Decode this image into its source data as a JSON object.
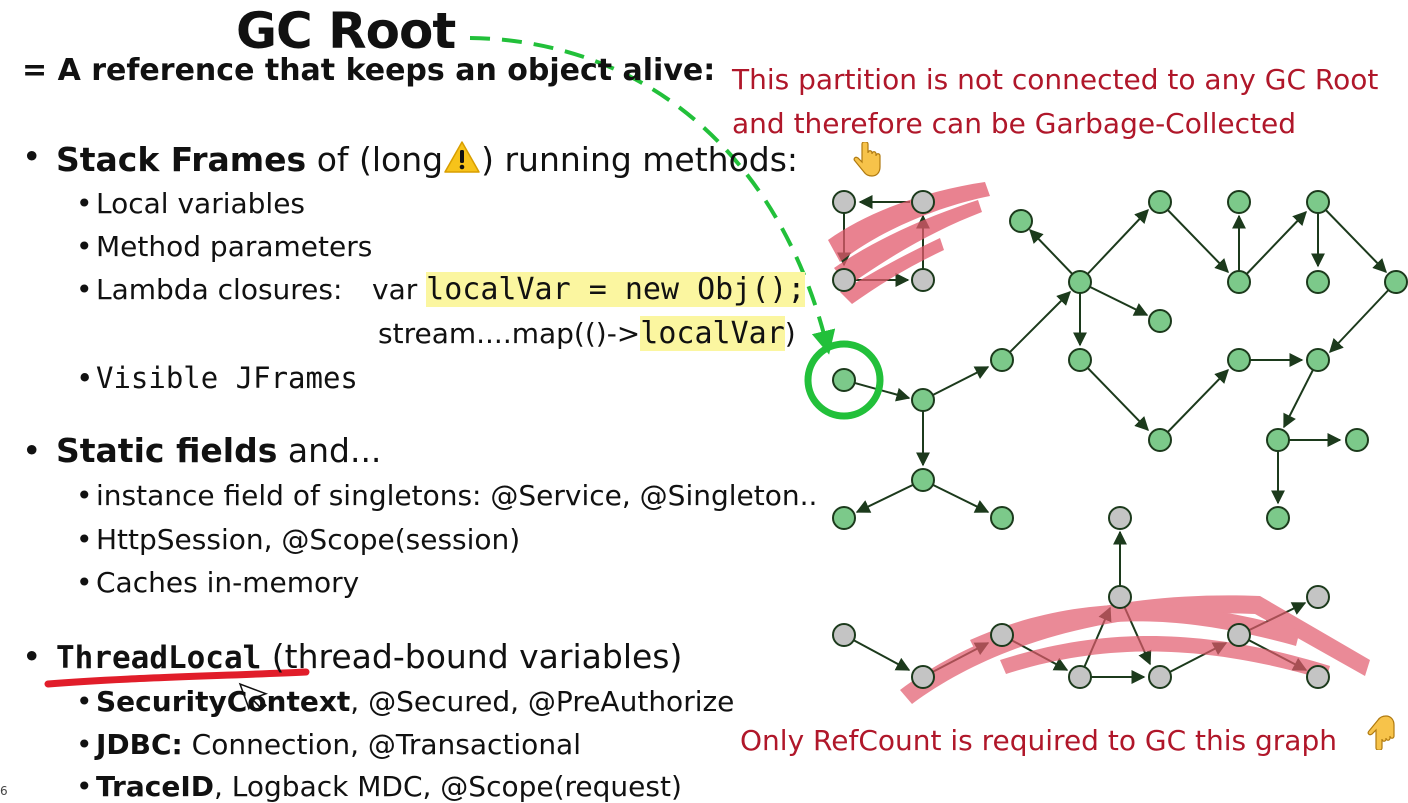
{
  "slide": {
    "title": "GC Root",
    "subtitle": "= A reference that keeps an object alive:",
    "stack": {
      "bold": "Stack Frames",
      "pre": " of (long",
      "post": ") running methods:",
      "items": {
        "local": "Local variables",
        "params": "Method parameters",
        "lambda_label": "Lambda closures:",
        "lambda_var": "var ",
        "lambda_code": "localVar = new Obj();",
        "stream_pre": "stream....map(()->",
        "stream_code": "localVar",
        "stream_post": ")",
        "jframes": "Visible JFrames"
      }
    },
    "static": {
      "bold": "Static fields",
      "rest": " and...",
      "items": {
        "singletons": "instance field of singletons: @Service, @Singleton..",
        "session": "HttpSession, @Scope(session)",
        "caches": "Caches in-memory"
      }
    },
    "threadlocal": {
      "code": "ThreadLocal",
      "rest": " (thread-bound variables)",
      "items": {
        "security_bold": "SecurityContext",
        "security_rest": ", @Secured, @PreAuthorize",
        "jdbc_bold": "JDBC:",
        "jdbc_rest": " Connection, @Transactional",
        "trace_bold": "TraceID",
        "trace_rest": ", Logback MDC, @Scope(request)"
      }
    },
    "callout_top": {
      "line1": "This partition is not connected to any GC Root",
      "line2": "and therefore can be Garbage-Collected"
    },
    "callout_bottom": "Only RefCount is required to GC this graph",
    "page_number": "6",
    "icons": {
      "warning": "warning-icon",
      "point_down": "pointing-down-hand-icon",
      "point_up": "pointing-up-hand-icon"
    },
    "colors": {
      "node_green": "#7cc98a",
      "node_gray": "#c4c4c4",
      "root_ring": "#22c03a",
      "dash_arrow": "#22c03a",
      "callout_red": "#b0172a",
      "highlight": "#fbf6a0",
      "scribble": "#e2596c"
    }
  }
}
